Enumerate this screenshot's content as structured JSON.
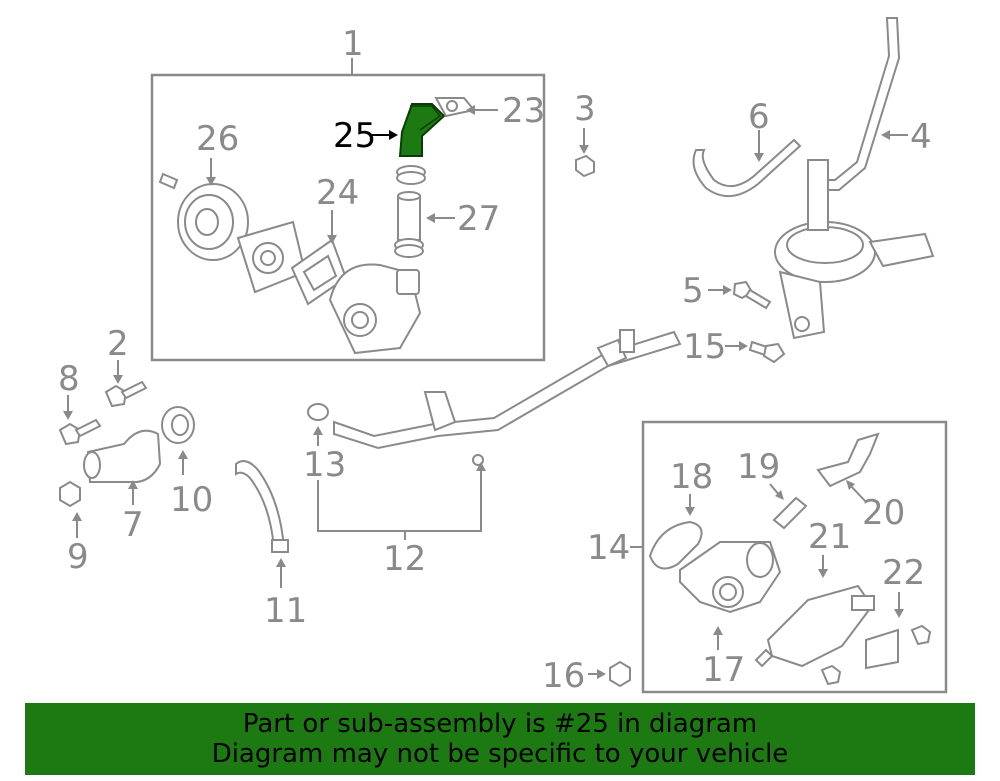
{
  "callouts": {
    "c1": "1",
    "c2": "2",
    "c3": "3",
    "c4": "4",
    "c5": "5",
    "c6": "6",
    "c7": "7",
    "c8": "8",
    "c9": "9",
    "c10": "10",
    "c11": "11",
    "c12": "12",
    "c13": "13",
    "c14": "14",
    "c15": "15",
    "c16": "16",
    "c17": "17",
    "c18": "18",
    "c19": "19",
    "c20": "20",
    "c21": "21",
    "c22": "22",
    "c23": "23",
    "c24": "24",
    "c25": "25",
    "c26": "26",
    "c27": "27"
  },
  "highlight": {
    "part_number": "25",
    "color": "#1d7a12"
  },
  "banner": {
    "line1": "Part or sub-assembly is #25 in diagram",
    "line2": "Diagram may not be specific to your vehicle",
    "background": "#1d7a12"
  }
}
